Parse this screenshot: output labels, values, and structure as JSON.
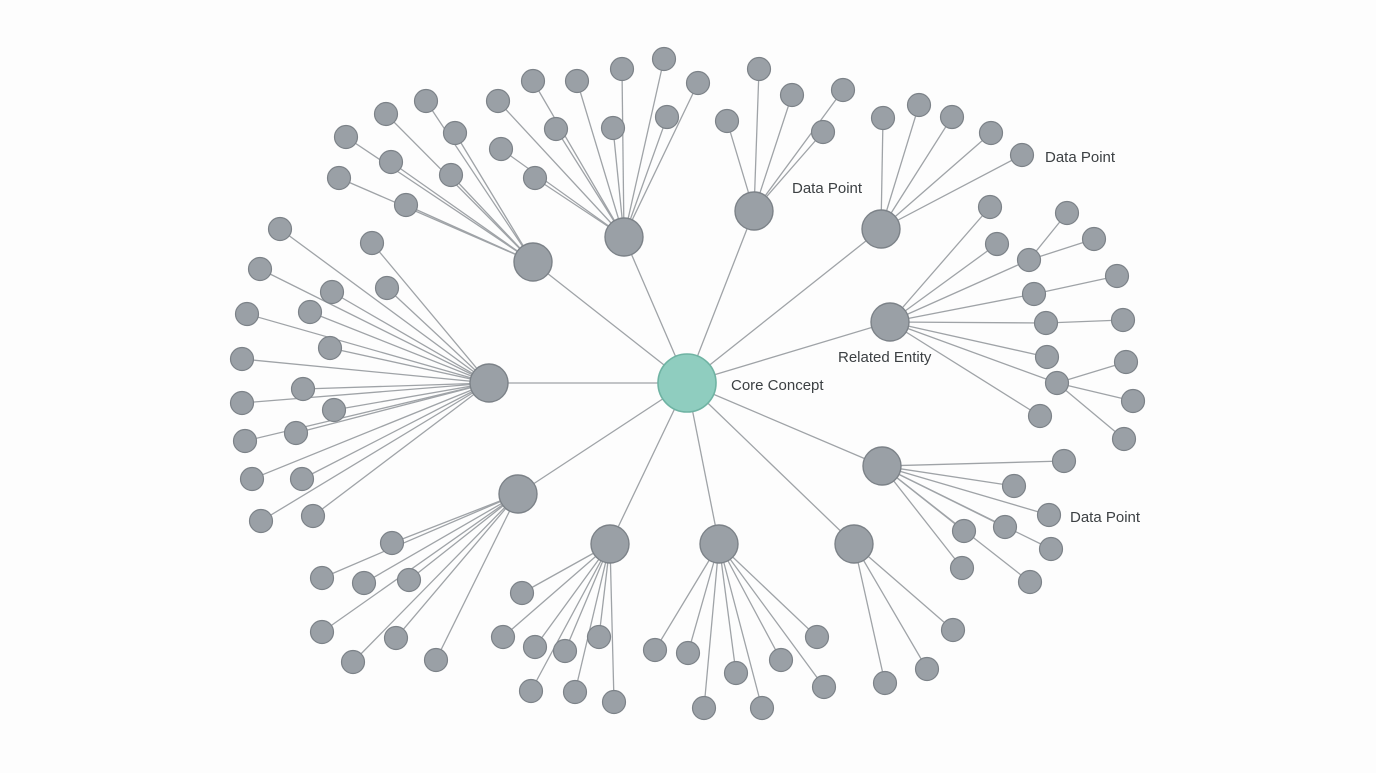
{
  "diagram": {
    "core_label": "Core Concept",
    "core_color": "#8fcdbf",
    "node_color": "#9aa0a6",
    "edge_color": "#9fa3a7",
    "labels": [
      "Data Point",
      "Data Point",
      "Related Entity",
      "Data Point"
    ]
  }
}
